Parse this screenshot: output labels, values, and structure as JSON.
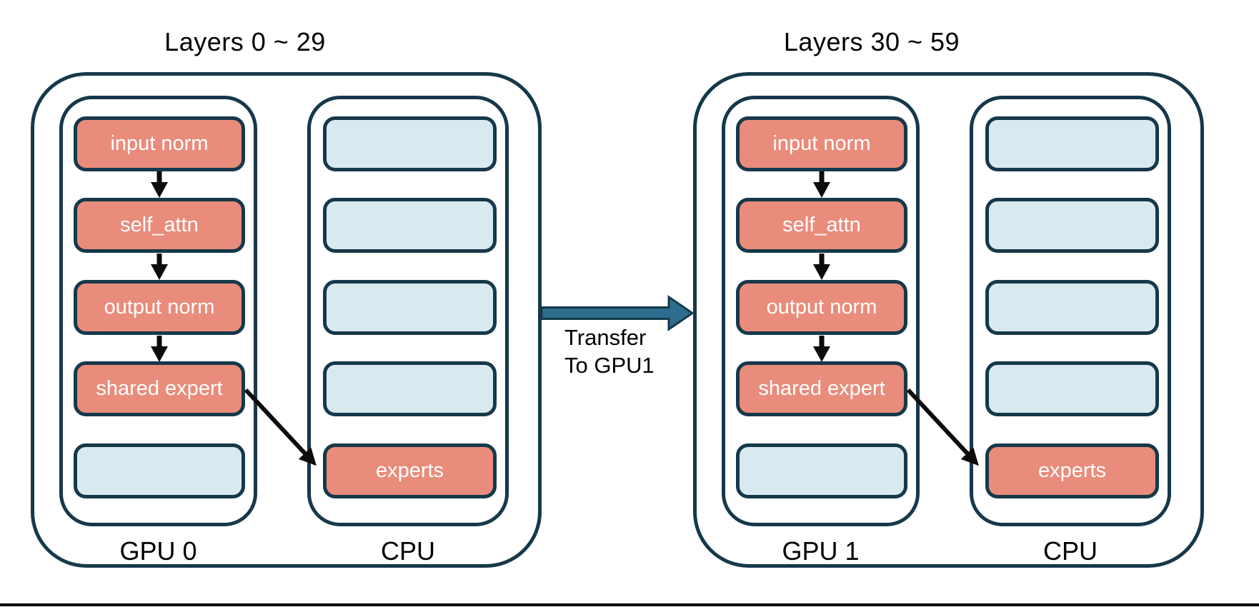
{
  "colors": {
    "outline_navy": "#16384a",
    "module_salmon": "#e98c7b",
    "slot_blue": "#d8eaf0",
    "arrow_black": "#0c0c0c",
    "transfer_teal": "#2d6e8e",
    "module_text": "#ffffff",
    "label_text": "#000000",
    "background": "#ffffff",
    "bottom_rule": "#000000"
  },
  "transfer": {
    "line1": "Transfer",
    "line2": "To GPU1"
  },
  "groups": [
    {
      "title": "Layers 0 ~ 29",
      "gpu": {
        "label": "GPU 0",
        "modules": [
          "input norm",
          "self_attn",
          "output norm",
          "shared expert"
        ]
      },
      "cpu": {
        "label": "CPU",
        "module": "experts"
      }
    },
    {
      "title": "Layers 30 ~ 59",
      "gpu": {
        "label": "GPU 1",
        "modules": [
          "input norm",
          "self_attn",
          "output norm",
          "shared expert"
        ]
      },
      "cpu": {
        "label": "CPU",
        "module": "experts"
      }
    }
  ]
}
